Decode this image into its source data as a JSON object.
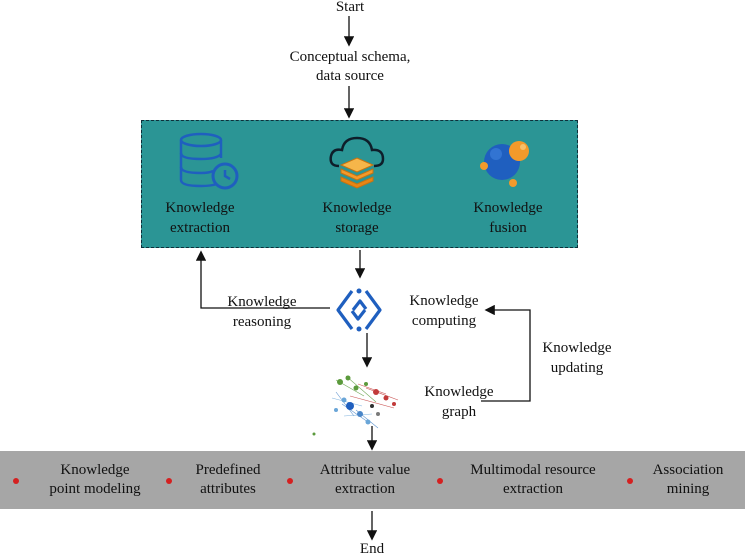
{
  "flow": {
    "start": "Start",
    "input_line1": "Conceptual schema,",
    "input_line2": "data source",
    "end": "End"
  },
  "box": {
    "extraction_line1": "Knowledge",
    "extraction_line2": "extraction",
    "storage_line1": "Knowledge",
    "storage_line2": "storage",
    "fusion_line1": "Knowledge",
    "fusion_line2": "fusion"
  },
  "middle": {
    "reasoning_line1": "Knowledge",
    "reasoning_line2": "reasoning",
    "computing_line1": "Knowledge",
    "computing_line2": "computing",
    "updating_line1": "Knowledge",
    "updating_line2": "updating",
    "graph_line1": "Knowledge",
    "graph_line2": "graph"
  },
  "band": {
    "items": [
      {
        "line1": "Knowledge",
        "line2": "point modeling"
      },
      {
        "line1": "Predefined",
        "line2": "attributes"
      },
      {
        "line1": "Attribute value",
        "line2": "extraction"
      },
      {
        "line1": "Multimodal resource",
        "line2": "extraction"
      },
      {
        "line1": "Association",
        "line2": "mining"
      }
    ]
  },
  "colors": {
    "teal": "#2b9595",
    "band": "#a6a6a6",
    "bullet": "#d42020",
    "icon_blue": "#1f5fbf",
    "icon_orange": "#f39a2b"
  },
  "icons": {
    "extraction": "database-clock-icon",
    "storage": "cloud-layers-icon",
    "fusion": "spheres-icon",
    "computing": "link-diamond-icon",
    "graph": "network-graph-icon"
  }
}
